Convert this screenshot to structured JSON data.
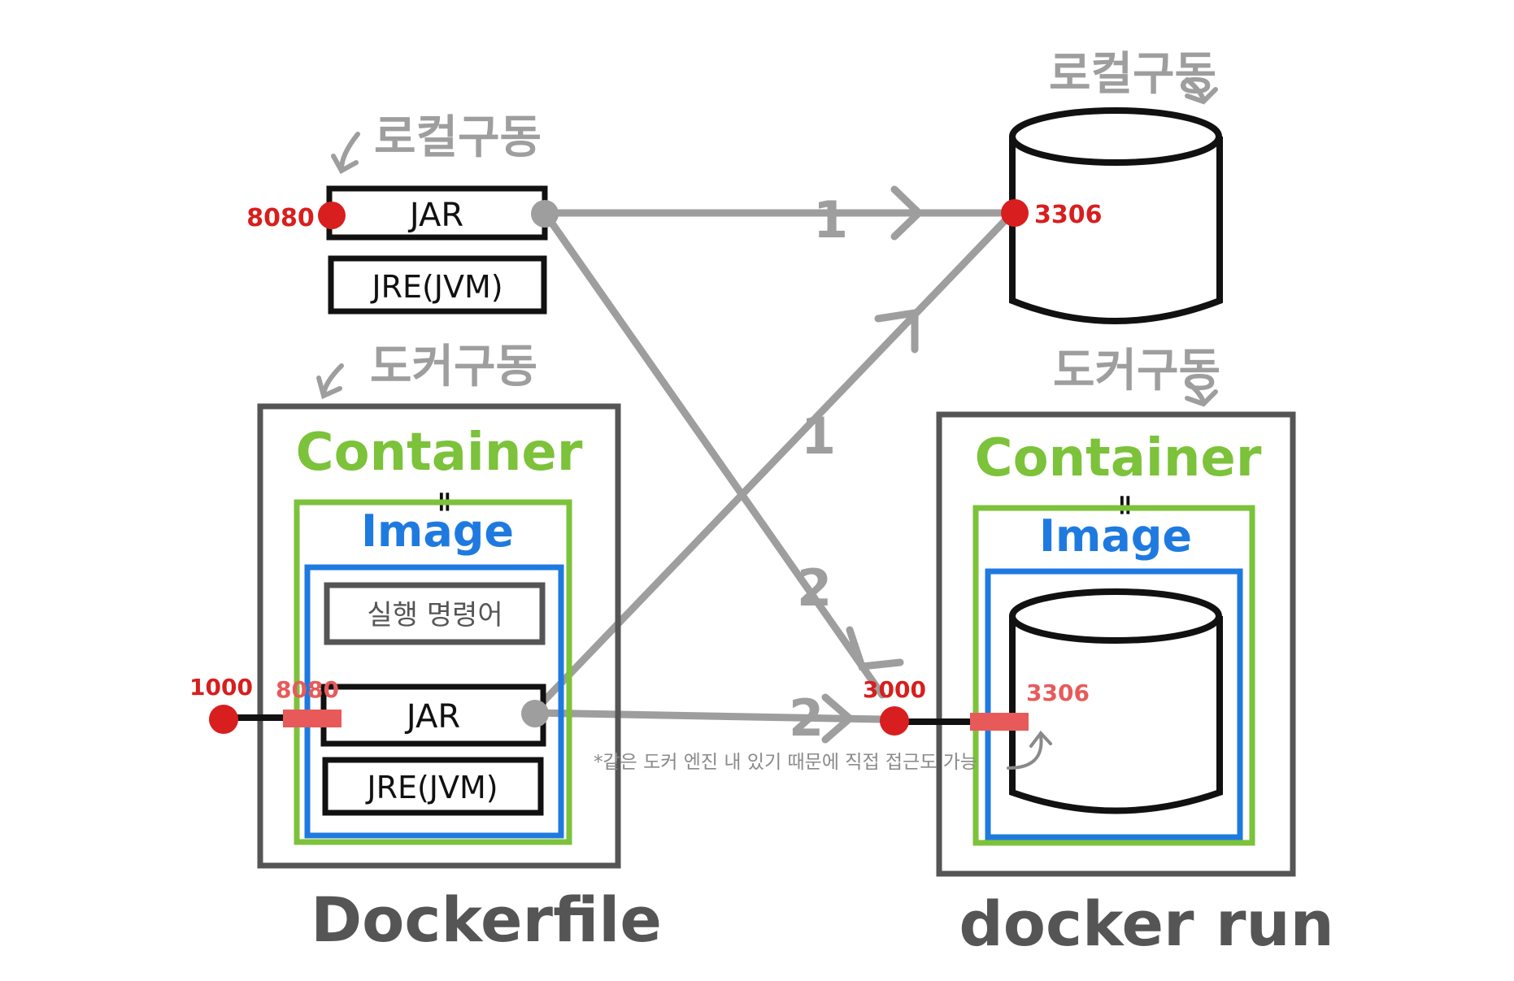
{
  "labels": {
    "local_run_top_left": "로컬구동",
    "local_run_top_right": "로컬구동",
    "docker_run_left": "도커구동",
    "docker_run_right": "도커구동",
    "dockerfile": "Dockerfile",
    "docker_run_cmd": "docker run",
    "note": "*같은 도커 엔진 내 있기 때문에 직접 접근도 가능"
  },
  "local_app": {
    "jar": "JAR",
    "jre": "JRE(JVM)",
    "port": "8080"
  },
  "local_db": {
    "port": "3306"
  },
  "left_container": {
    "container": "Container",
    "equals": "॥",
    "image": "Image",
    "command": "실행 명령어",
    "jar": "JAR",
    "jre": "JRE(JVM)",
    "host_port": "1000",
    "container_port": "8080"
  },
  "right_container": {
    "container": "Container",
    "equals": "॥",
    "image": "Image",
    "host_port": "3000",
    "container_port": "3306"
  },
  "arrows": {
    "top_1": "1",
    "mid_1": "1",
    "mid_2": "2",
    "bottom_2": "2"
  },
  "colors": {
    "port_red": "#d81e1e",
    "port_pink": "#e85a5a",
    "container_green": "#7cc23a",
    "image_blue": "#1f7ae0",
    "arrow_gray": "#9e9e9e",
    "box_gray": "#555555",
    "label_gray": "#777777"
  }
}
